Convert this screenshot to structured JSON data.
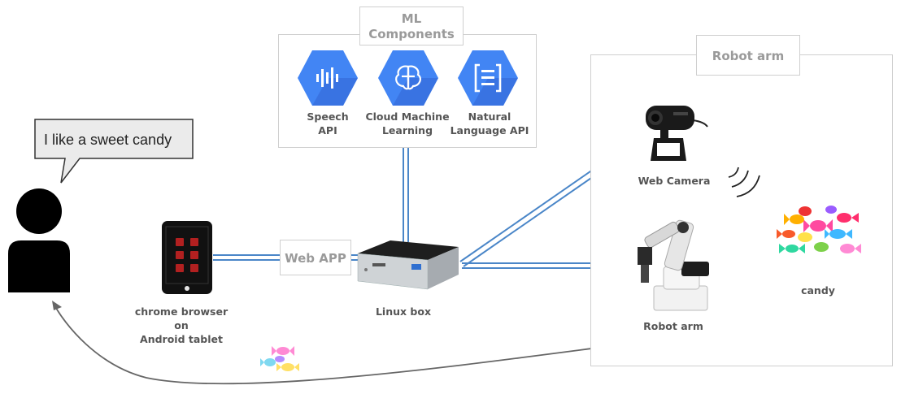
{
  "speech_bubble": {
    "text": "I like a sweet candy"
  },
  "ml_components": {
    "title": "ML\nComponents",
    "apis": [
      {
        "label": "Speech\nAPI",
        "icon": "speech-waveform-icon"
      },
      {
        "label": "Cloud Machine\nLearning",
        "icon": "brain-icon"
      },
      {
        "label": "Natural\nLanguage API",
        "icon": "document-brackets-icon"
      }
    ]
  },
  "web_app": {
    "label": "Web APP"
  },
  "tablet": {
    "label": "chrome browser\non\nAndroid tablet"
  },
  "linux_box": {
    "label": "Linux box"
  },
  "robot_group": {
    "title": "Robot arm"
  },
  "web_camera": {
    "label": "Web Camera"
  },
  "robot_arm": {
    "label": "Robot arm"
  },
  "candy": {
    "label": "candy"
  },
  "colors": {
    "connector": "#4a86c8",
    "gcp_blue": "#4285f4",
    "box_border": "#cfcfcf",
    "title_gray": "#9a9a9a",
    "label_gray": "#555555"
  }
}
